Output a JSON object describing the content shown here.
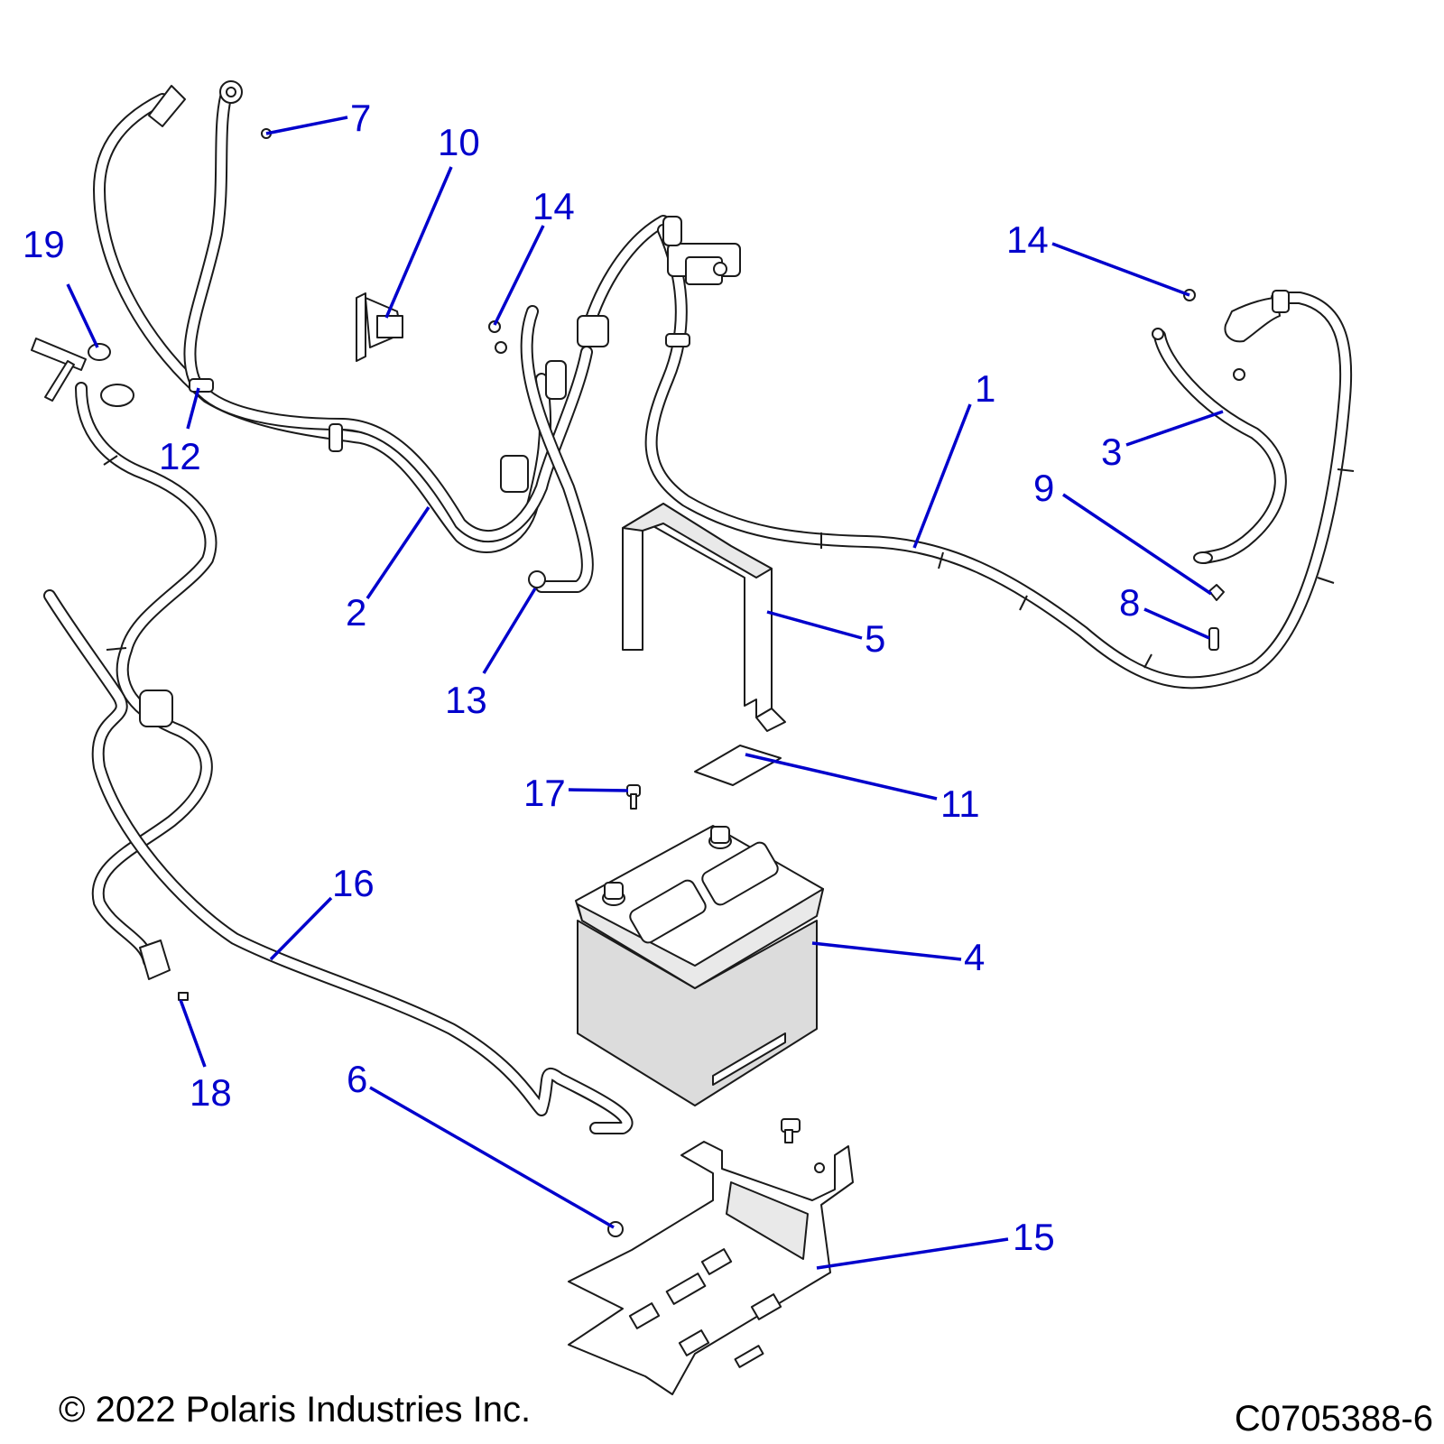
{
  "callouts": [
    {
      "id": "c1",
      "label": "1"
    },
    {
      "id": "c2",
      "label": "2"
    },
    {
      "id": "c3",
      "label": "3"
    },
    {
      "id": "c4",
      "label": "4"
    },
    {
      "id": "c5",
      "label": "5"
    },
    {
      "id": "c6",
      "label": "6"
    },
    {
      "id": "c7",
      "label": "7"
    },
    {
      "id": "c8",
      "label": "8"
    },
    {
      "id": "c9",
      "label": "9"
    },
    {
      "id": "c10",
      "label": "10"
    },
    {
      "id": "c11",
      "label": "11"
    },
    {
      "id": "c12",
      "label": "12"
    },
    {
      "id": "c13",
      "label": "13"
    },
    {
      "id": "c14a",
      "label": "14"
    },
    {
      "id": "c14b",
      "label": "14"
    },
    {
      "id": "c15",
      "label": "15"
    },
    {
      "id": "c16",
      "label": "16"
    },
    {
      "id": "c17",
      "label": "17"
    },
    {
      "id": "c18",
      "label": "18"
    },
    {
      "id": "c19",
      "label": "19"
    }
  ],
  "footer": {
    "copyright": "© 2022 Polaris Industries Inc.",
    "drawing_number": "C0705388-6"
  },
  "colors": {
    "callout": "#0000cc",
    "line": "#1a1a1a",
    "battery_fill": "#dcdcdc"
  }
}
